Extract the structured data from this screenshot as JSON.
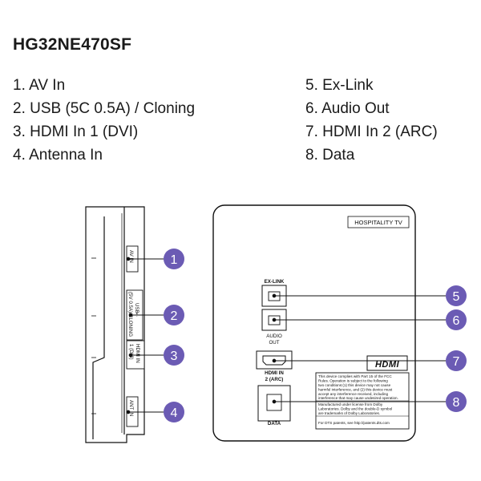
{
  "model": "HG32NE470SF",
  "ports_left": [
    {
      "label": "1. AV In"
    },
    {
      "label": "2. USB (5C 0.5A) / Cloning"
    },
    {
      "label": "3. HDMI In 1 (DVI)"
    },
    {
      "label": "4. Antenna In"
    }
  ],
  "ports_right": [
    {
      "label": "5. Ex-Link"
    },
    {
      "label": "6. Audio Out"
    },
    {
      "label": "7. HDMI In 2 (ARC)"
    },
    {
      "label": "8. Data"
    }
  ],
  "side_panel": {
    "av_in": "AV IN",
    "usb_line1": "USB",
    "usb_line2": "(5V 0.5A)/CLONING",
    "hdmi1_line1": "HDMI IN",
    "hdmi1_line2": "1 (DVI)",
    "ant_in": "ANT IN"
  },
  "rear_panel": {
    "hospitality": "HOSPITALITY TV",
    "ex_link": "EX-LINK",
    "audio_line1": "AUDIO",
    "audio_line2": "OUT",
    "hdmi2_line1": "HDMI IN",
    "hdmi2_line2": "2 (ARC)",
    "data": "DATA",
    "hdmi_logo": "HDMI",
    "fcc_lines": [
      "This device complies with Part 15 of the FCC",
      "Rules. Operation is subject to the following",
      "two conditions:(1) this device may not cause",
      "harmful interference, and (2) this device must",
      "accept any interference received, including",
      "interference that may cause undesired operation."
    ],
    "dolby_lines": [
      "Manufactured under license from Dolby",
      "Laboratories. Dolby and the double-D symbol",
      "are trademarks of Dolby Laboratories."
    ],
    "dts_line": "For DTS patents, see http://patents.dts.com"
  },
  "callouts": [
    {
      "number": "1"
    },
    {
      "number": "2"
    },
    {
      "number": "3"
    },
    {
      "number": "4"
    },
    {
      "number": "5"
    },
    {
      "number": "6"
    },
    {
      "number": "7"
    },
    {
      "number": "8"
    }
  ],
  "colors": {
    "callout": "#6b5bb4",
    "line": "#111111"
  }
}
